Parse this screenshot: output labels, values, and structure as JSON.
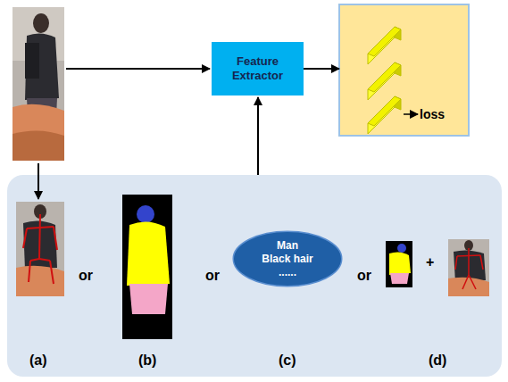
{
  "diagram": {
    "nodes": [
      {
        "text": [
          "Feature Extractor"
        ]
      },
      {
        "text": [
          "loss"
        ]
      },
      {
        "text": [
          "Man",
          "Black hair",
          "......"
        ]
      }
    ],
    "edges": [
      {
        "from": 0,
        "to": 1,
        "arrow": "to"
      }
    ],
    "labels": [
      "(a)",
      "or",
      "(b)",
      "or",
      "(c)",
      "or",
      "(d)",
      "+"
    ]
  }
}
